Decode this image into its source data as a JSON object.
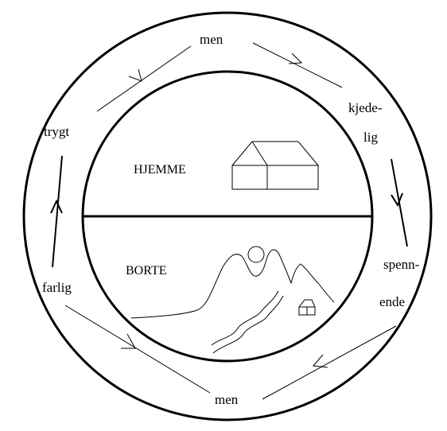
{
  "zones": {
    "home": "HJEMME",
    "away": "BORTE"
  },
  "cycle": {
    "top": "men",
    "upper_right_1": "kjede-",
    "upper_right_2": "lig",
    "lower_right_1": "spenn-",
    "lower_right_2": "ende",
    "bottom": "men",
    "left_lower": "farlig",
    "left_upper": "trygt"
  }
}
